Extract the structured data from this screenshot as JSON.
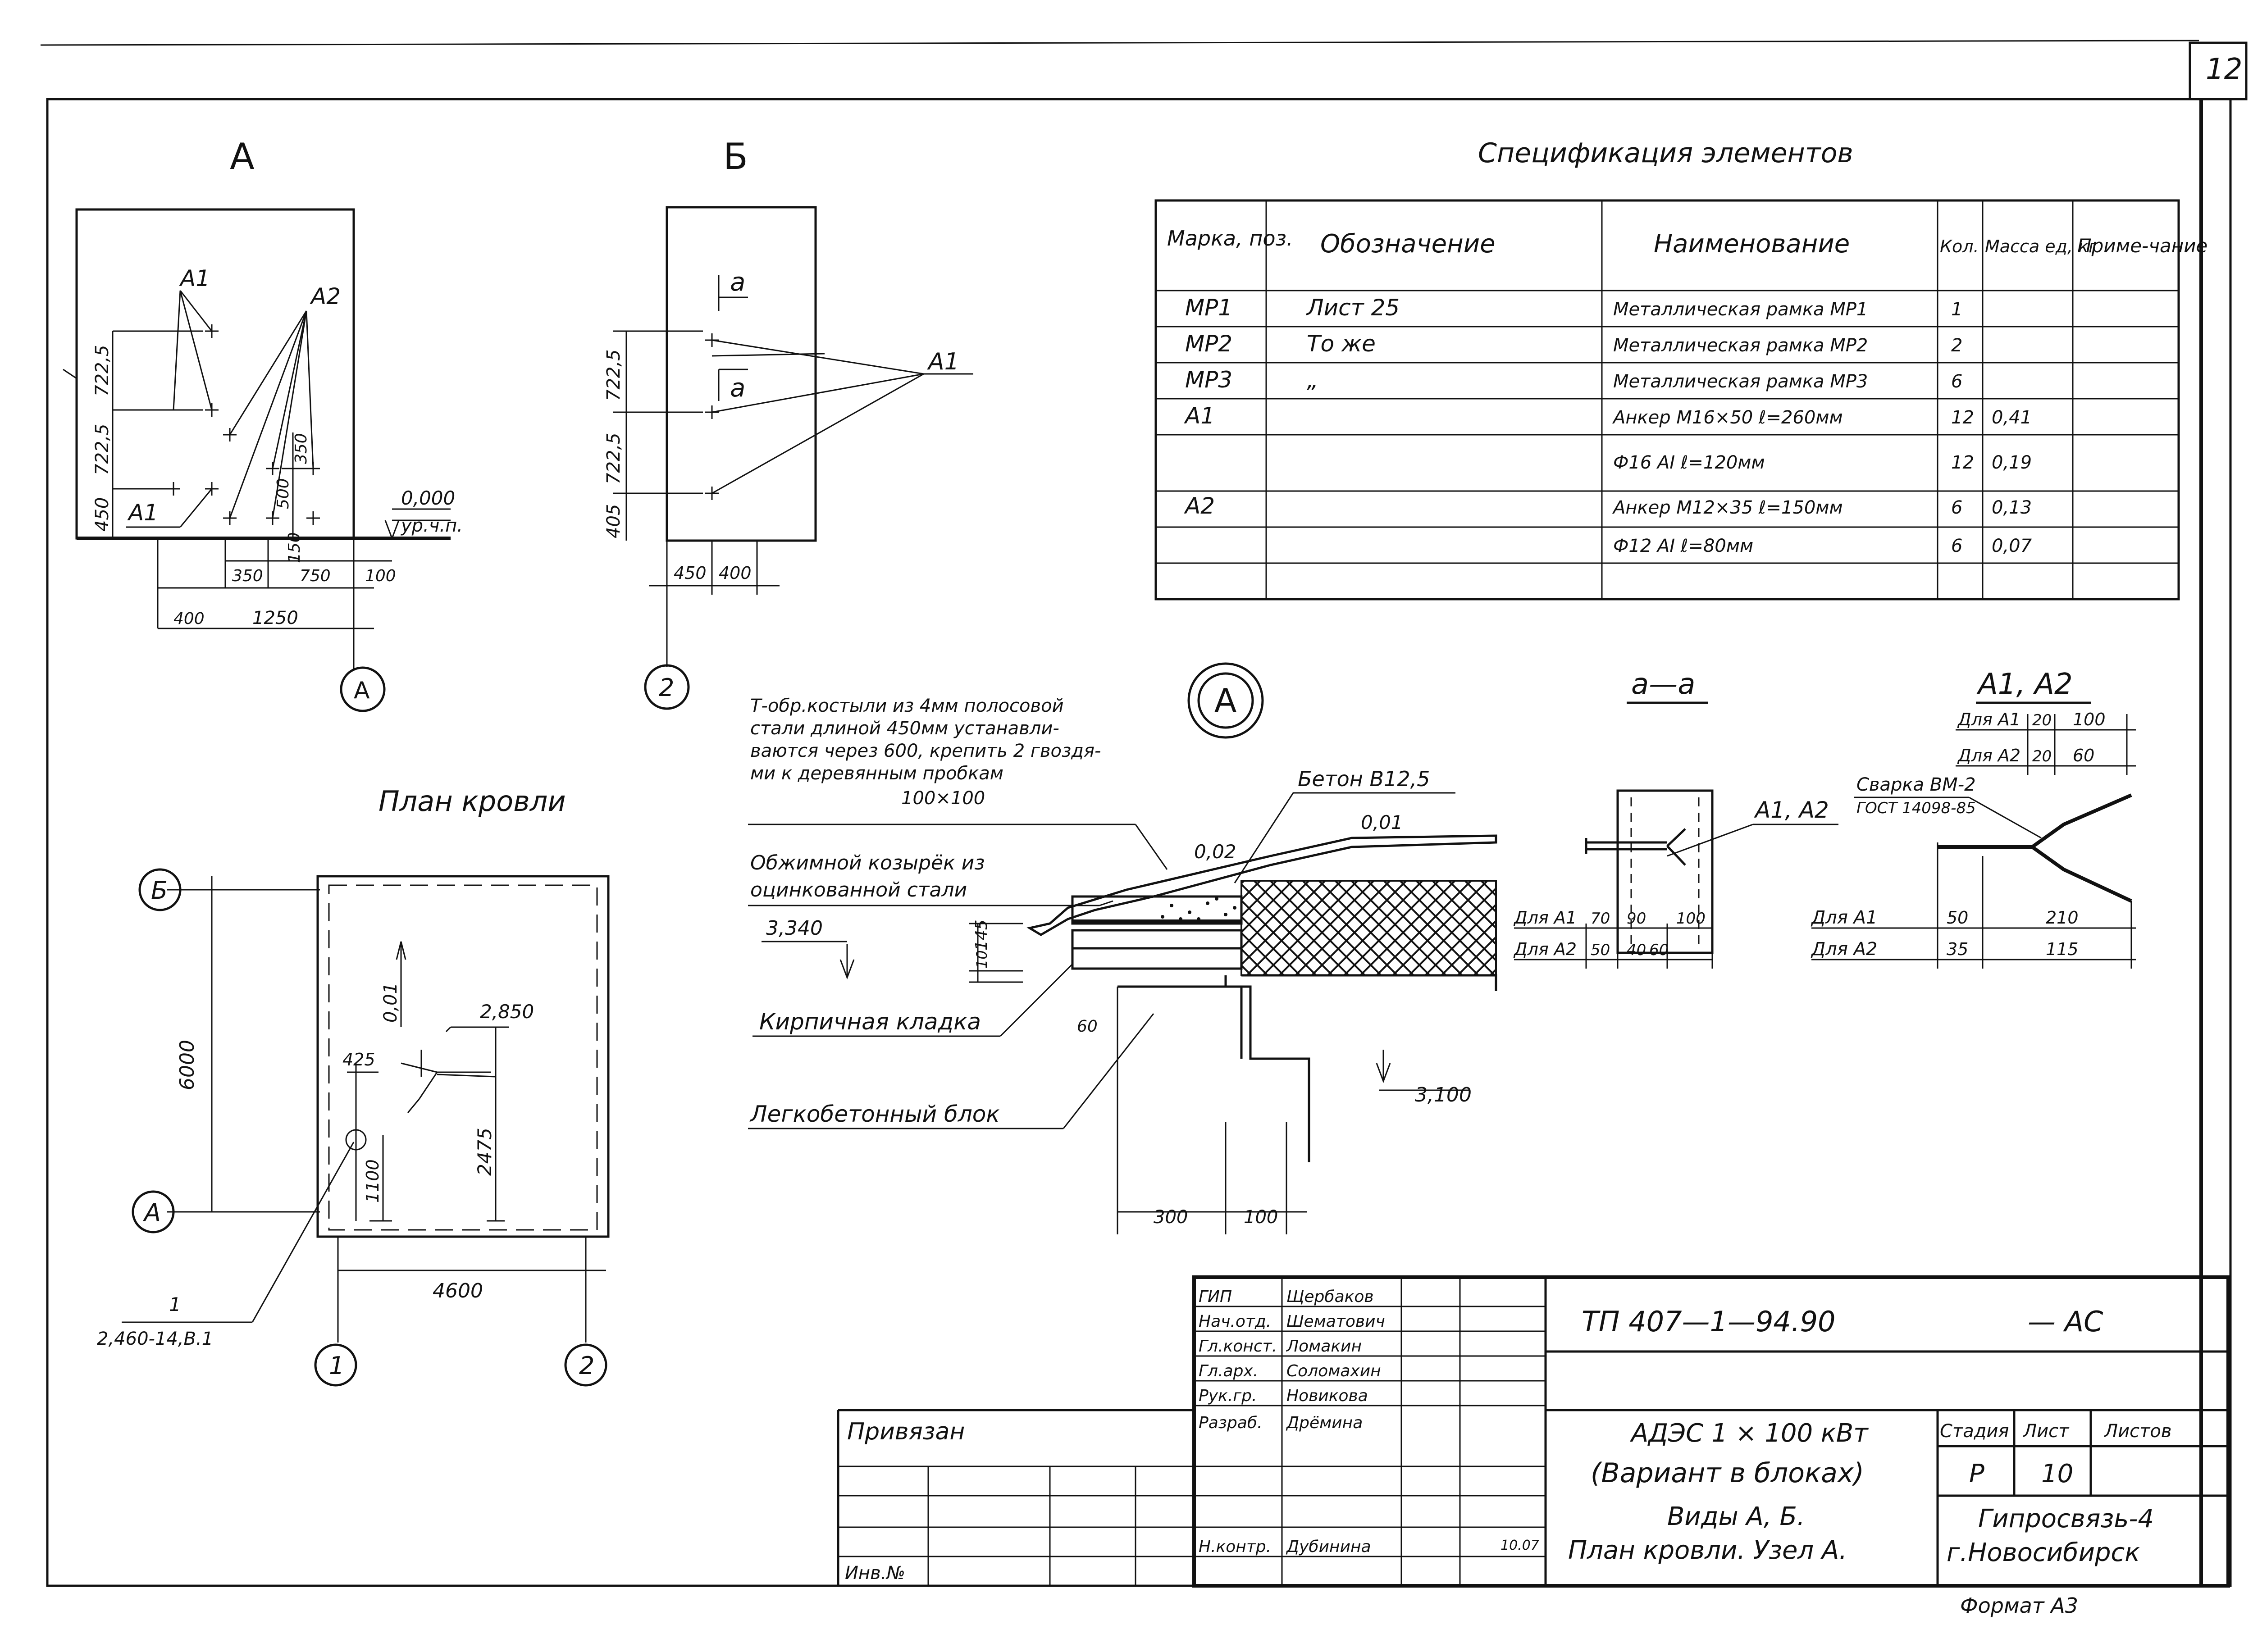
{
  "sheet_number": "12",
  "views": {
    "view_a_title": "А",
    "view_b_title": "Б",
    "roof_plan_title": "План кровли",
    "node_a_mark": "А",
    "section_aa_title": "а—а",
    "anchors_title": "А1, А2"
  },
  "view_a": {
    "leader_a1_top": "А1",
    "leader_a1_bottom": "А1",
    "leader_a2": "А2",
    "level_value": "0,000",
    "level_label": "ур.ч.п.",
    "dims_vertical": [
      "722,5",
      "722,5",
      "450"
    ],
    "dims_vertical_inner": [
      "350",
      "500",
      "150"
    ],
    "dims_horizontal": [
      "400",
      "350",
      "750",
      "100",
      "1250"
    ],
    "axis": "А"
  },
  "view_b": {
    "section_mark_top": "а",
    "section_mark_bottom": "а",
    "leader_a1": "А1",
    "dims_vertical": [
      "722,5",
      "722,5",
      "405"
    ],
    "dims_horizontal": [
      "450",
      "400"
    ],
    "axis": "2"
  },
  "spec": {
    "title": "Спецификация элементов",
    "headers": [
      "Марка, поз.",
      "Обозначение",
      "Наименование",
      "Кол.",
      "Масса ед, кг",
      "Приме-чание"
    ],
    "rows": [
      [
        "МР1",
        "Лист 25",
        "Металлическая рамка МР1",
        "1",
        "",
        ""
      ],
      [
        "МР2",
        "То же",
        "Металлическая рамка МР2",
        "2",
        "",
        ""
      ],
      [
        "МР3",
        "„",
        "Металлическая рамка МР3",
        "6",
        "",
        ""
      ],
      [
        "А1",
        "",
        "Анкер М16×50 ℓ=260мм",
        "12",
        "0,41",
        ""
      ],
      [
        "",
        "",
        "Ф16 АI ℓ=120мм",
        "12",
        "0,19",
        ""
      ],
      [
        "А2",
        "",
        "Анкер М12×35 ℓ=150мм",
        "6",
        "0,13",
        ""
      ],
      [
        "",
        "",
        "Ф12 АI ℓ=80мм",
        "6",
        "0,07",
        ""
      ]
    ]
  },
  "roof_plan": {
    "axis_b": "Б",
    "axis_a": "А",
    "axis_1": "1",
    "axis_2": "2",
    "dim_6000": "6000",
    "dim_4600": "4600",
    "dim_2850": "2,850",
    "dim_2475": "2475",
    "dim_425": "425",
    "dim_1100": "1100",
    "slope": "0,01",
    "callout_num": "1",
    "callout_ref": "2,460-14,В.1"
  },
  "node_a": {
    "note_crutches": "Т-обр.костыли из 4мм полосовой стали длиной 450мм устанавли-ваются через 600, крепить 2 гвоздя-ми к деревянным пробкам 100×100",
    "note_concrete": "Бетон В12,5",
    "slope_1": "0,01",
    "slope_2": "0,02",
    "note_visor": "Обжимной козырёк из оцинкованной стали",
    "level_top": "3,340",
    "note_brick": "Кирпичная кладка",
    "note_block": "Легкобетонный блок",
    "level_bottom": "3,100",
    "dim_145": "145",
    "dim_10": "10",
    "dim_60": "60",
    "dim_300": "300",
    "dim_100": "100"
  },
  "section_aa": {
    "label": "А1, А2",
    "row1_label": "Для А1",
    "row1_dims": [
      "70",
      "90",
      "100"
    ],
    "row2_label": "Для А2",
    "row2_dims": [
      "50",
      "40",
      "60"
    ]
  },
  "anchors": {
    "top1_label": "Для А1",
    "top1_dims": [
      "20",
      "100"
    ],
    "top2_label": "Для А2",
    "top2_dims": [
      "20",
      "60"
    ],
    "weld_note": "Сварка ВМ-2 ГОСТ 14098-85",
    "bot1_label": "Для А1",
    "bot1_dims": [
      "50",
      "210"
    ],
    "bot2_label": "Для А2",
    "bot2_dims": [
      "35",
      "115"
    ]
  },
  "title_block": {
    "roles": [
      "ГИП",
      "Нач.отд.",
      "Гл.конст.",
      "Гл.арх.",
      "Рук.гр.",
      "Разраб.",
      "",
      "",
      "Н.контр."
    ],
    "names": [
      "Щербаков",
      "Шематович",
      "Ломакин",
      "Соломахин",
      "Новикова",
      "Дрёмина",
      "",
      "",
      "Дубинина"
    ],
    "date": "10.07",
    "document_code": "ТП 407—1—94.90",
    "document_suffix": "— АС",
    "project_line1": "АДЭС 1 × 100 кВт",
    "project_line2": "(Вариант в блоках)",
    "sheet_name_line1": "Виды А, Б.",
    "sheet_name_line2": "План кровли. Узел А.",
    "stage_header": "Стадия",
    "sheet_header": "Лист",
    "sheets_header": "Листов",
    "stage": "Р",
    "sheet": "10",
    "sheets": "",
    "org_line1": "Гипросвязь-4",
    "org_line2": "г.Новосибирск",
    "bound_label": "Привязан",
    "inv_label": "Инв.№",
    "format": "Формат А3"
  }
}
